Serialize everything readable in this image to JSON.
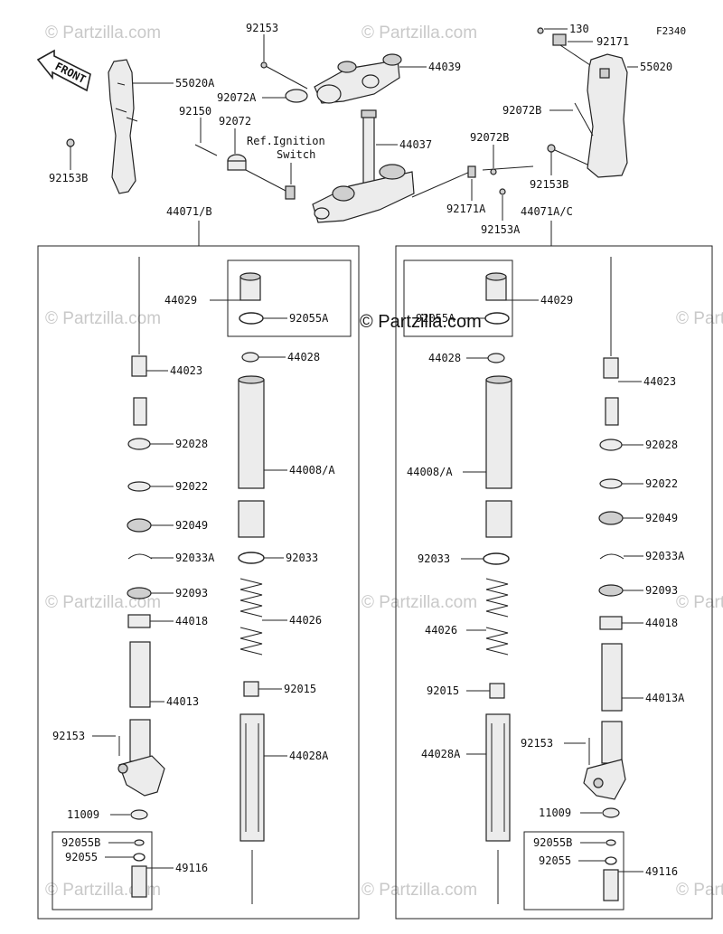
{
  "figure_code": "F2340",
  "front_label": "FRONT",
  "watermark": "© Partzilla.com",
  "watermark_center": "© Partzilla.com",
  "ref_note": [
    "Ref.Ignition",
    "Switch"
  ],
  "top_labels": {
    "p92153": "92153",
    "p44039": "44039",
    "p92072A": "92072A",
    "p55020A": "55020A",
    "p92153B_l": "92153B",
    "p92150": "92150",
    "p92072": "92072",
    "p44037": "44037",
    "p92072B_mid": "92072B",
    "p92171A": "92171A",
    "p92153A": "92153A",
    "p130": "130",
    "p92171": "92171",
    "p55020": "55020",
    "p92072B_r": "92072B",
    "p92153B_r": "92153B"
  },
  "left_group": {
    "header": "44071/B",
    "labels": {
      "l44029": "44029",
      "l92055A": "92055A",
      "l44028": "44028",
      "l44023": "44023",
      "l92028": "92028",
      "l44008": "44008/A",
      "l92022": "92022",
      "l92049": "92049",
      "l92033A": "92033A",
      "l92033": "92033",
      "l92093": "92093",
      "l44026": "44026",
      "l44018": "44018",
      "l44013": "44013",
      "l92015": "92015",
      "l92153": "92153",
      "l44028A": "44028A",
      "l11009": "11009",
      "l92055B": "92055B",
      "l92055": "92055",
      "l49116": "49116"
    }
  },
  "right_group": {
    "header": "44071A/C",
    "labels": {
      "r44029": "44029",
      "r92055A": "92055A",
      "r44028": "44028",
      "r44023": "44023",
      "r92028": "92028",
      "r44008": "44008/A",
      "r92022": "92022",
      "r92049": "92049",
      "r92033": "92033",
      "r92033A": "92033A",
      "r92093": "92093",
      "r44026": "44026",
      "r44018": "44018",
      "r44013A": "44013A",
      "r92015": "92015",
      "r92153": "92153",
      "r44028A": "44028A",
      "r11009": "11009",
      "r92055B": "92055B",
      "r92055": "92055",
      "r49116": "49116"
    }
  }
}
